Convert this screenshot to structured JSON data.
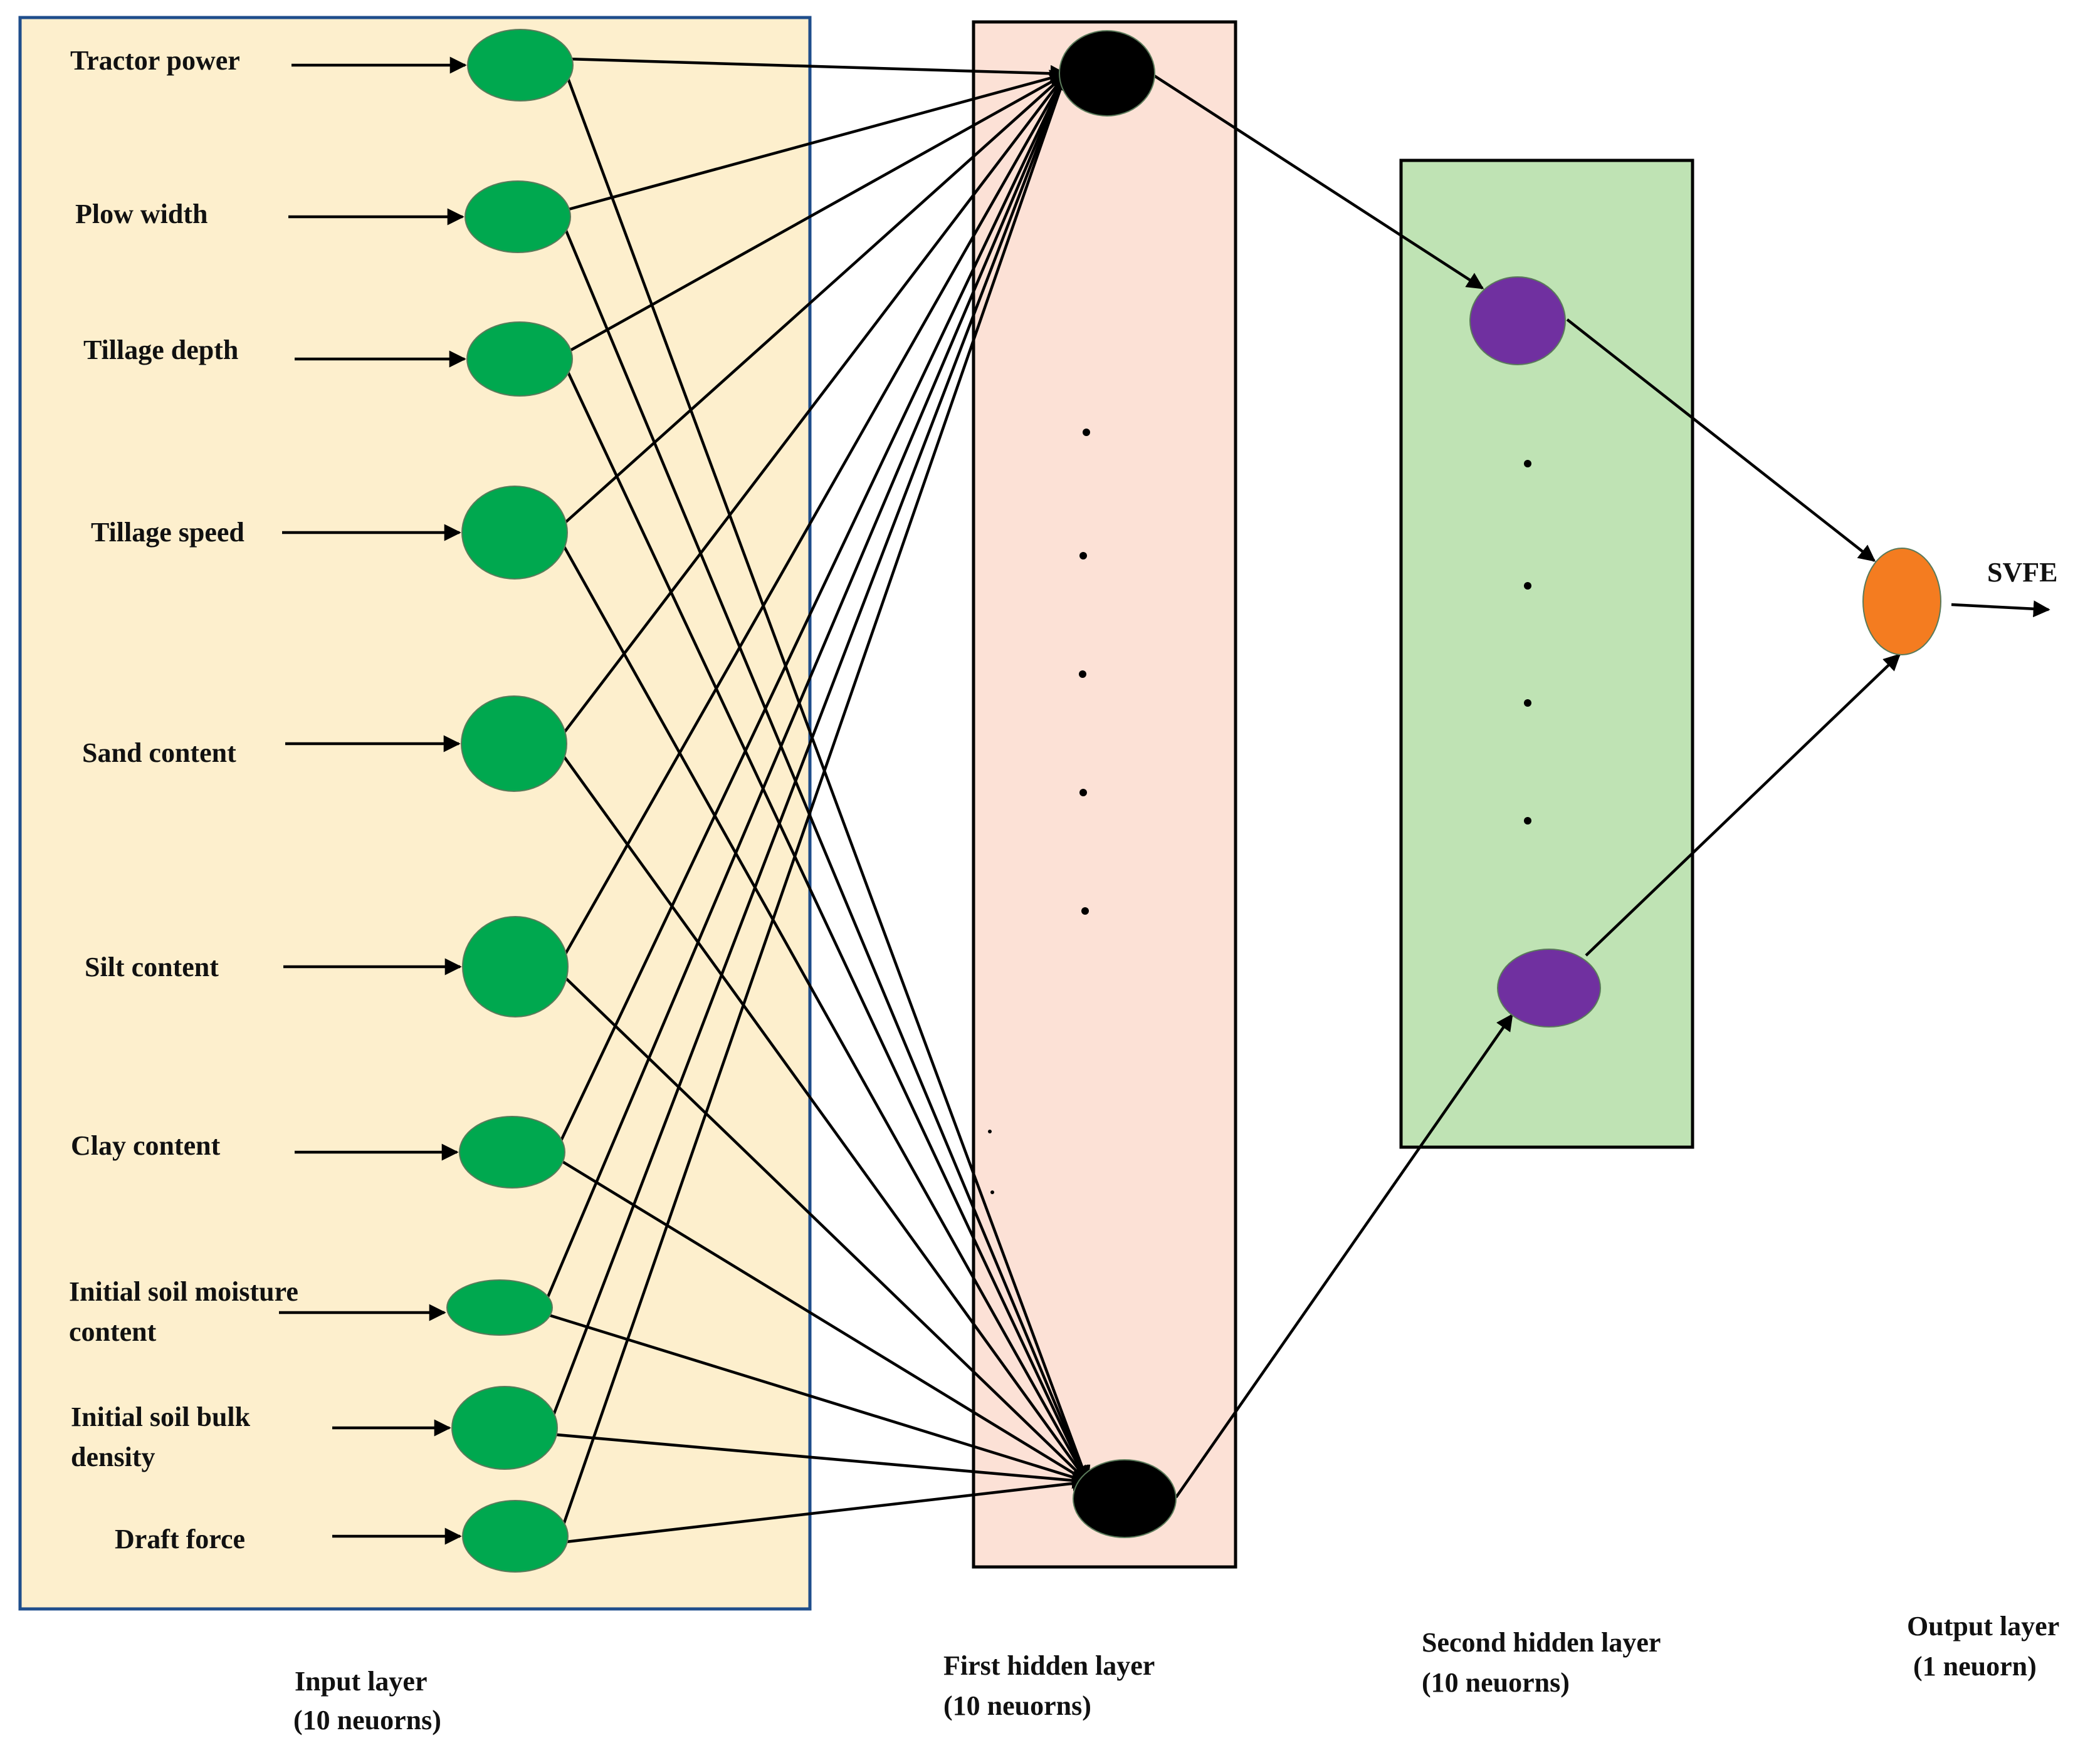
{
  "colors": {
    "input_panel_fill": "#fdefcd",
    "input_panel_border": "#1f4e8c",
    "hidden1_panel_fill": "#fce1d6",
    "hidden2_panel_fill": "#bfe3b4",
    "input_neuron": "#00a84f",
    "hidden1_neuron": "#000000",
    "hidden2_neuron": "#7030a0",
    "output_neuron": "#f47c20",
    "line": "#000000"
  },
  "inputs": [
    {
      "label": "Tractor power"
    },
    {
      "label": "Plow width"
    },
    {
      "label": "Tillage depth"
    },
    {
      "label": "Tillage speed"
    },
    {
      "label": "Sand content"
    },
    {
      "label": "Silt content"
    },
    {
      "label": "Clay content"
    },
    {
      "label": "Initial  soil moisture content"
    },
    {
      "label": "Initial  soil bulk density"
    },
    {
      "label": "Draft force"
    }
  ],
  "output_label": "SVFE",
  "layers": {
    "input": {
      "name": "Input layer",
      "neurons": "(10 neuorns)"
    },
    "hidden1": {
      "name": "First hidden layer",
      "neurons": "(10 neuorns)"
    },
    "hidden2": {
      "name": "Second hidden layer",
      "neurons": "(10 neuorns)"
    },
    "output": {
      "name": "Output layer",
      "neurons": "(1 neuorn)"
    }
  }
}
